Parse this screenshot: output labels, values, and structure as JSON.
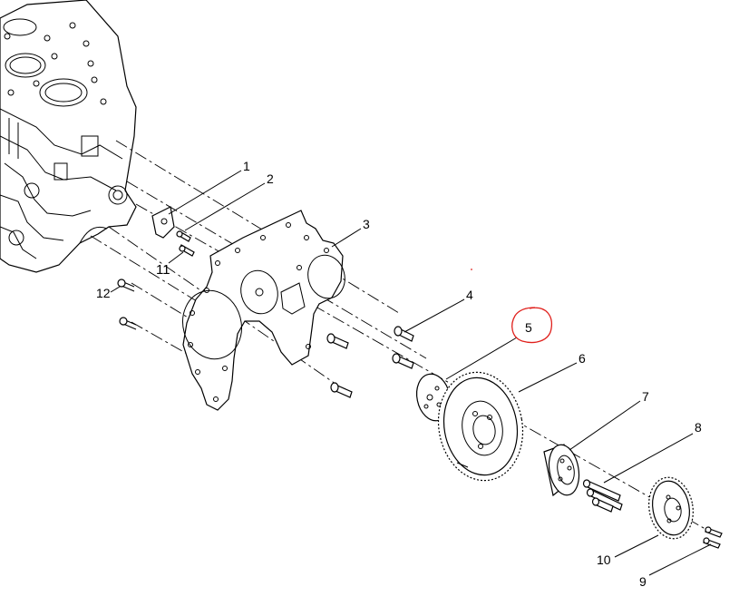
{
  "diagram": {
    "callouts": [
      {
        "id": "callout-1",
        "label": "1"
      },
      {
        "id": "callout-2",
        "label": "2"
      },
      {
        "id": "callout-3",
        "label": "3"
      },
      {
        "id": "callout-4",
        "label": "4"
      },
      {
        "id": "callout-5",
        "label": "5"
      },
      {
        "id": "callout-6",
        "label": "6"
      },
      {
        "id": "callout-7",
        "label": "7"
      },
      {
        "id": "callout-8",
        "label": "8"
      },
      {
        "id": "callout-9",
        "label": "9"
      },
      {
        "id": "callout-10",
        "label": "10"
      },
      {
        "id": "callout-11",
        "label": "11"
      },
      {
        "id": "callout-12",
        "label": "12"
      }
    ],
    "highlight_color": "#e0201c",
    "line_color": "#000000"
  }
}
